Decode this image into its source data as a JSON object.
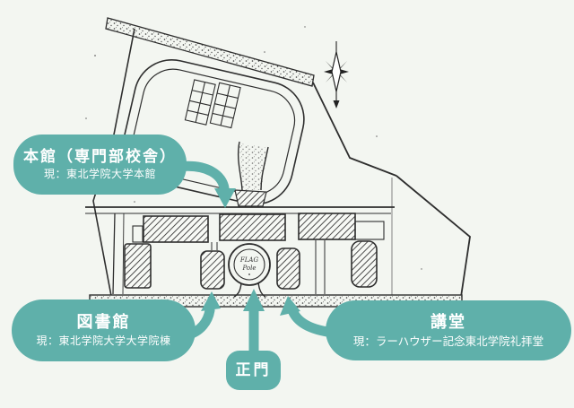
{
  "page": {
    "background": "#f3f6f1",
    "accent": "#5fb0aa",
    "ink": "#2e2e2e",
    "label_text_color": "#ffffff"
  },
  "labels": {
    "honkan": {
      "title": "本館（専門部校舎）",
      "subtitle": "現：東北学院大学本館"
    },
    "tosho": {
      "title": "図書館",
      "subtitle": "現：東北学院大学大学院棟"
    },
    "kodo": {
      "title": "講堂",
      "subtitle": "現：ラーハウザー記念東北学院礼拝堂"
    },
    "seimon": {
      "title": "正門"
    }
  },
  "map": {
    "flag_pole": {
      "line1": "FLAG",
      "line2": "Pole"
    },
    "icons": [
      "compass-rose-icon",
      "arrow-icon"
    ]
  }
}
